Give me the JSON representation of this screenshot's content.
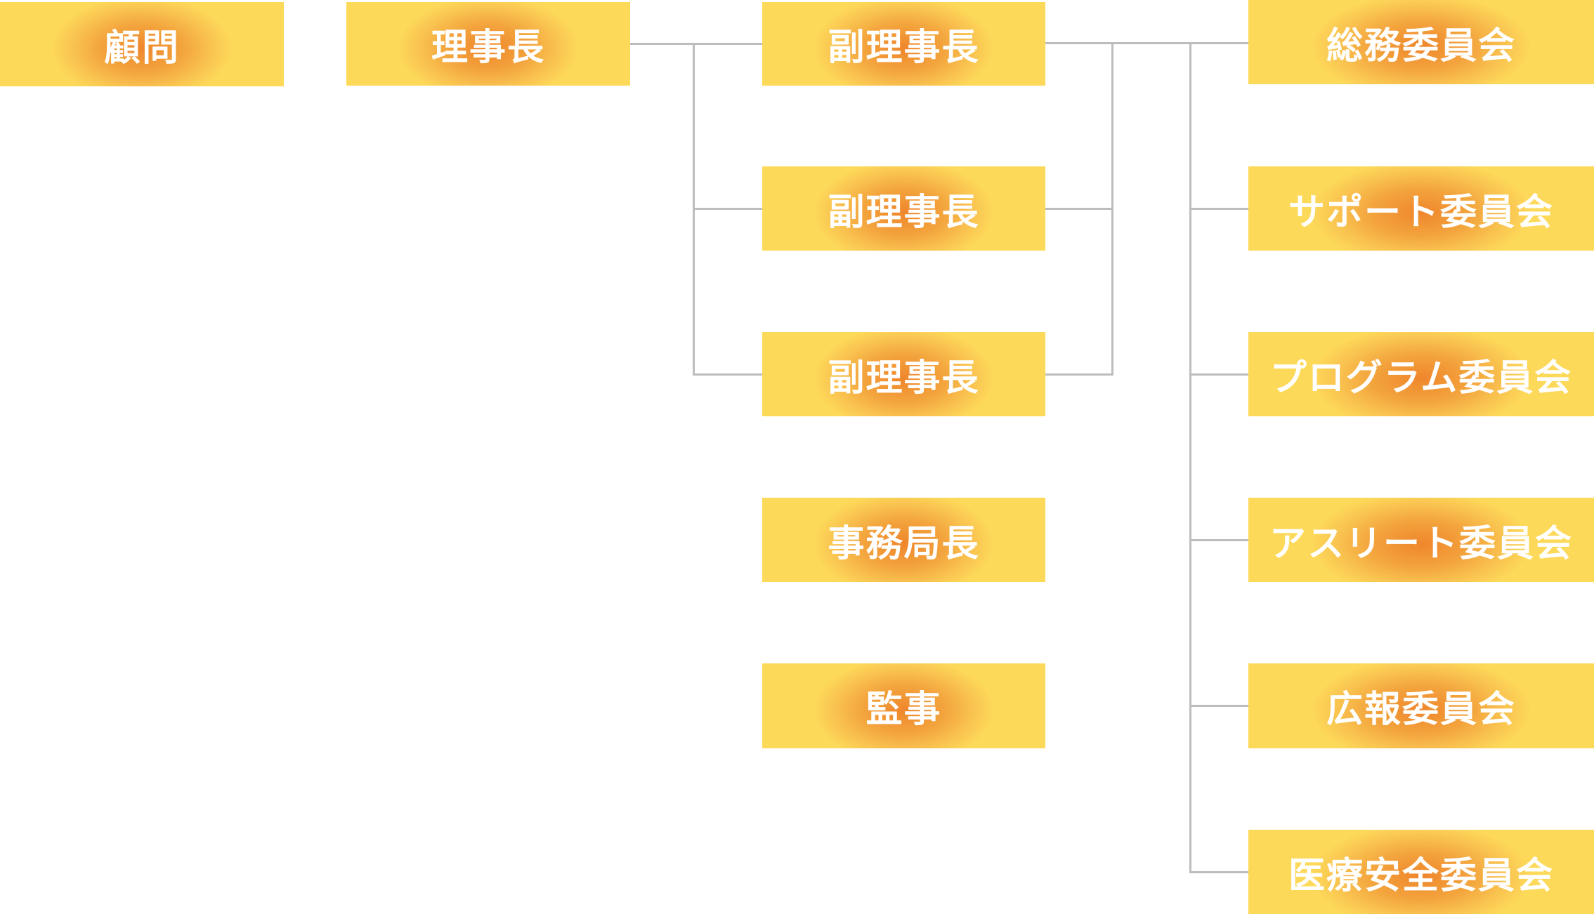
{
  "advisor": {
    "label": "顧問"
  },
  "chairman": {
    "label": "理事長"
  },
  "vice_chairmen": [
    {
      "label": "副理事長"
    },
    {
      "label": "副理事長"
    },
    {
      "label": "副理事長"
    }
  ],
  "secretary_general": {
    "label": "事務局長"
  },
  "auditor": {
    "label": "監事"
  },
  "committees": [
    {
      "label": "総務委員会"
    },
    {
      "label": "サポート委員会"
    },
    {
      "label": "プログラム委員会"
    },
    {
      "label": "アスリート委員会"
    },
    {
      "label": "広報委員会"
    },
    {
      "label": "医療安全委員会"
    }
  ],
  "colors": {
    "box_center": "#ef862c",
    "box_edge": "#fdd95a",
    "line": "#bdbdbd",
    "text": "#ffffff"
  }
}
